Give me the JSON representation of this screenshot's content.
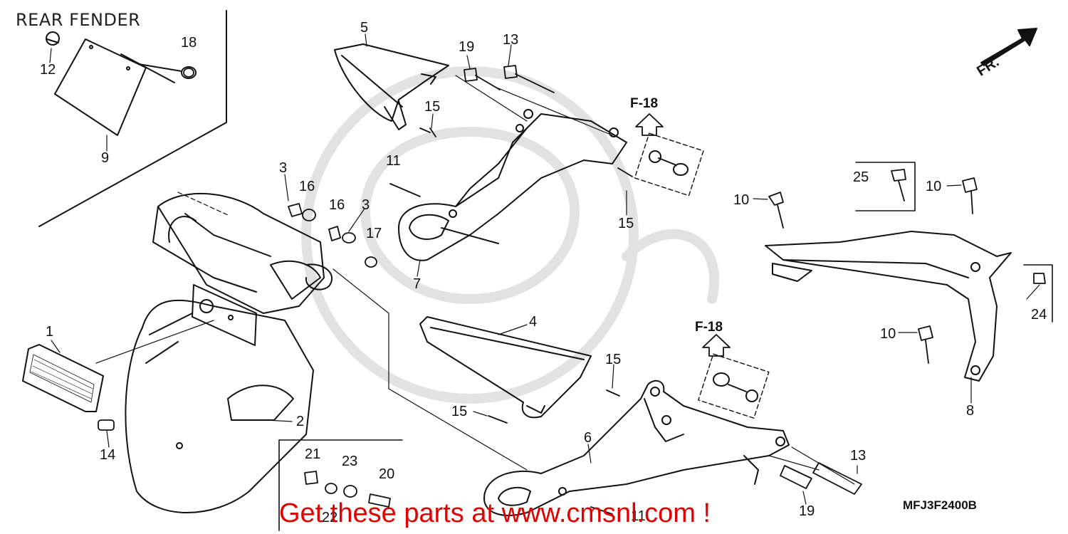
{
  "title": "REAR FENDER",
  "diagram_code": "MFJ3F2400B",
  "banner": "Get these parts at www.cmsnl.com !",
  "direction_label": "FR.",
  "ref_labels": [
    "F-18",
    "F-18"
  ],
  "callouts": [
    "1",
    "2",
    "3",
    "3",
    "4",
    "5",
    "6",
    "7",
    "8",
    "9",
    "10",
    "10",
    "10",
    "11",
    "11",
    "12",
    "13",
    "13",
    "14",
    "15",
    "15",
    "15",
    "15",
    "16",
    "16",
    "17",
    "18",
    "19",
    "19",
    "20",
    "21",
    "22",
    "23",
    "24",
    "25"
  ]
}
